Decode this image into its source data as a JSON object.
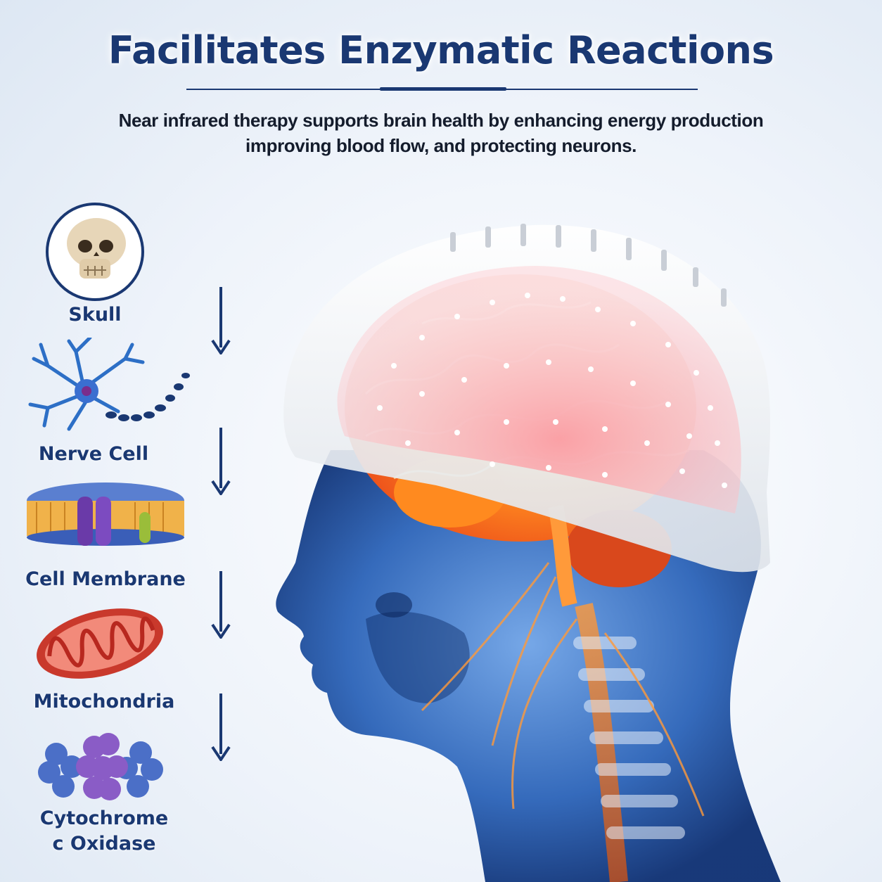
{
  "header": {
    "title": "Facilitates Enzymatic Reactions",
    "subtitle_line1": "Near infrared therapy supports brain health by enhancing energy production",
    "subtitle_line2": "improving blood flow, and protecting neurons."
  },
  "layers": [
    {
      "label": "Skull",
      "icon": "skull-icon"
    },
    {
      "label": "Nerve Cell",
      "icon": "neuron-icon"
    },
    {
      "label": "Cell Membrane",
      "icon": "cell-membrane-icon"
    },
    {
      "label": "Mitochondria",
      "icon": "mitochondria-icon"
    },
    {
      "label_line1": "Cytochrome",
      "label_line2": "c Oxidase",
      "icon": "enzyme-icon"
    }
  ],
  "colors": {
    "brand_navy": "#1a3872",
    "brain_glow": "#ff7a1a",
    "head_blue": "#1f5fb8",
    "helmet_white": "#f4f6f9",
    "laser_red": "#ff3b4e"
  }
}
